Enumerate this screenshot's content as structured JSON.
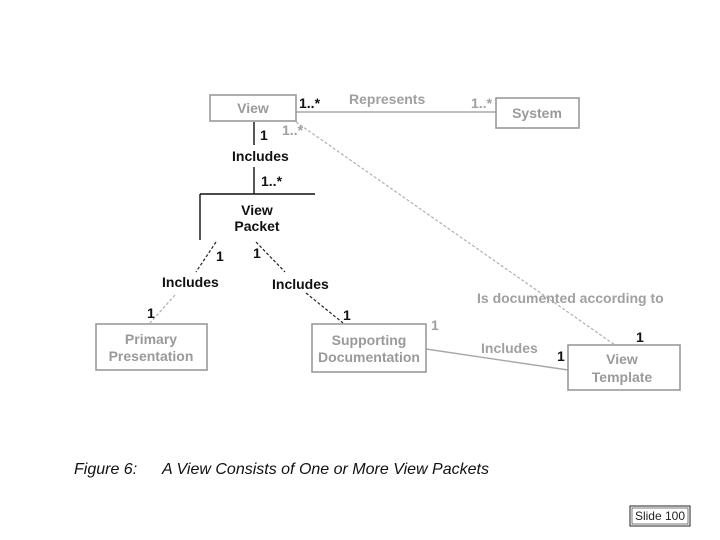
{
  "diagram": {
    "nodes": {
      "view": "View",
      "system": "System",
      "view_packet": [
        "View",
        "Packet"
      ],
      "primary_presentation": [
        "Primary",
        "Presentation"
      ],
      "supporting_documentation": [
        "Supporting",
        "Documentation"
      ],
      "view_template": [
        "View",
        "Template"
      ]
    },
    "relations": {
      "represents": "Represents",
      "includes_view_packet": "Includes",
      "includes_primary": "Includes",
      "includes_supporting": "Includes",
      "includes_template": "Includes",
      "documented_according_to": "Is documented according to"
    },
    "multiplicities": {
      "view_represents": "1..*",
      "system_represents": "1..*",
      "view_includes": "1",
      "view_documented": "1..*",
      "packet_includes": "1..*",
      "packet_primary": "1",
      "packet_supporting": "1",
      "primary_end": "1",
      "supporting_end": "1",
      "supporting_template": "1",
      "template_includes": "1",
      "template_documented": "1"
    }
  },
  "caption": {
    "figure_label": "Figure 6:",
    "figure_title": "A View Consists of One or More View Packets"
  },
  "slide": {
    "label": "Slide 100"
  }
}
